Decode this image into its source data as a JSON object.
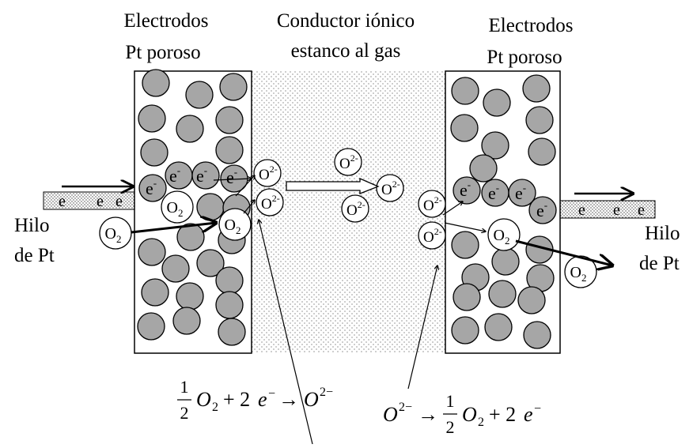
{
  "labels": {
    "left_electrode_line1": "Electrodos",
    "left_electrode_line2": "Pt poroso",
    "conductor_line1": "Conductor iónico",
    "conductor_line2": "estanco al gas",
    "right_electrode_line1": "Electrodos",
    "right_electrode_line2": "Pt poroso",
    "left_wire_line1": "Hilo",
    "left_wire_line2": "de Pt",
    "right_wire_line1": "Hilo",
    "right_wire_line2": "de Pt"
  },
  "species": {
    "electron": "e",
    "electron_charge": "-",
    "oxygen_molecule": "O",
    "oxygen_subscript": "2",
    "oxide_ion": "O",
    "oxide_charge": "2-"
  },
  "equations": {
    "cathode": {
      "numerator": "1",
      "denominator": "2",
      "o2": "O",
      "o2_sub": "2",
      "plus": "+ 2",
      "e": "e",
      "e_sup": "−",
      "arrow": "→",
      "product": "O",
      "product_sup": "2−"
    },
    "anode": {
      "reactant": "O",
      "reactant_sup": "2−",
      "arrow": "→",
      "numerator": "1",
      "denominator": "2",
      "o2": "O",
      "o2_sub": "2",
      "plus": "+ 2",
      "e": "e",
      "e_sup": "−"
    }
  },
  "colors": {
    "particle": "#a6a6a6",
    "outline": "#000000",
    "background": "#ffffff"
  }
}
